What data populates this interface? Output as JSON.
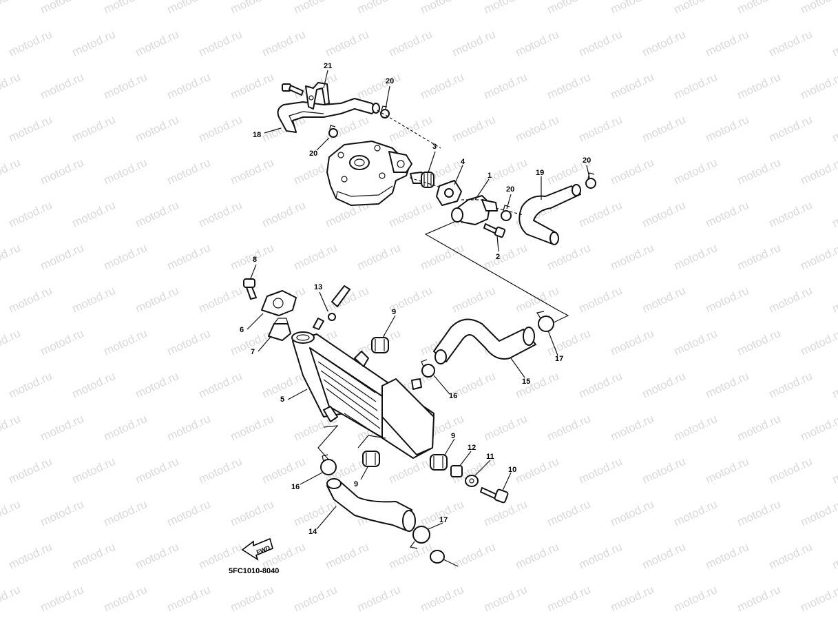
{
  "watermark": {
    "text": "motod.ru"
  },
  "diagram": {
    "code": "5FC1010-8040",
    "fwd_label": "FWD",
    "callouts": [
      {
        "id": "c1",
        "label": "1"
      },
      {
        "id": "c2",
        "label": "2"
      },
      {
        "id": "c3",
        "label": "3"
      },
      {
        "id": "c4",
        "label": "4"
      },
      {
        "id": "c5",
        "label": "5"
      },
      {
        "id": "c6",
        "label": "6"
      },
      {
        "id": "c7",
        "label": "7"
      },
      {
        "id": "c8",
        "label": "8"
      },
      {
        "id": "c9a",
        "label": "9"
      },
      {
        "id": "c9b",
        "label": "9"
      },
      {
        "id": "c9c",
        "label": "9"
      },
      {
        "id": "c10",
        "label": "10"
      },
      {
        "id": "c11",
        "label": "11"
      },
      {
        "id": "c12",
        "label": "12"
      },
      {
        "id": "c13",
        "label": "13"
      },
      {
        "id": "c14",
        "label": "14"
      },
      {
        "id": "c15",
        "label": "15"
      },
      {
        "id": "c16a",
        "label": "16"
      },
      {
        "id": "c16b",
        "label": "16"
      },
      {
        "id": "c17a",
        "label": "17"
      },
      {
        "id": "c17b",
        "label": "17"
      },
      {
        "id": "c18",
        "label": "18"
      },
      {
        "id": "c19",
        "label": "19"
      },
      {
        "id": "c20a",
        "label": "20"
      },
      {
        "id": "c20b",
        "label": "20"
      },
      {
        "id": "c20c",
        "label": "20"
      },
      {
        "id": "c20d",
        "label": "20"
      },
      {
        "id": "c21",
        "label": "21"
      }
    ]
  }
}
